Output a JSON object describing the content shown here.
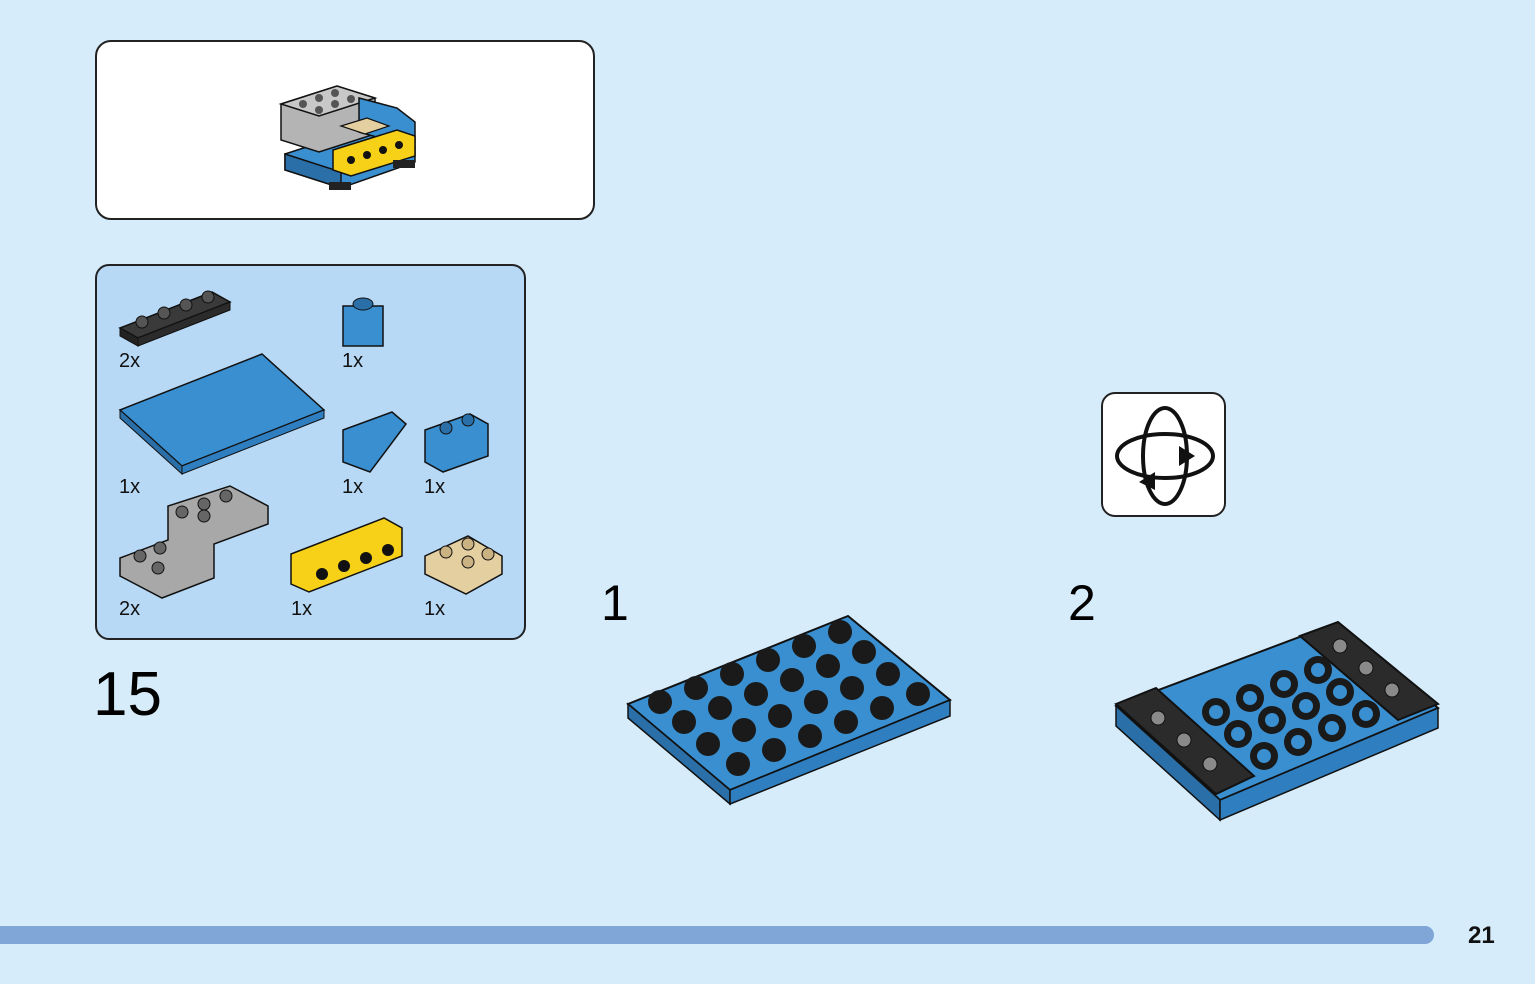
{
  "build": {
    "number": "15",
    "steps": [
      {
        "number": "1"
      },
      {
        "number": "2"
      }
    ]
  },
  "parts_list": [
    {
      "name": "black-plate-1x4",
      "qty": "2x"
    },
    {
      "name": "blue-brick-1x1",
      "qty": "1x"
    },
    {
      "name": "blue-plate-4x6",
      "qty": "1x"
    },
    {
      "name": "blue-slope-1x2",
      "qty": "1x"
    },
    {
      "name": "blue-brick-1x2",
      "qty": "1x"
    },
    {
      "name": "grey-bracket",
      "qty": "2x"
    },
    {
      "name": "yellow-technic-brick-1x4",
      "qty": "1x"
    },
    {
      "name": "tan-brick-2x2",
      "qty": "1x"
    }
  ],
  "icons": {
    "rotate": "rotate-model-icon"
  },
  "page": {
    "number": "21"
  },
  "colors": {
    "background": "#d6ecfa",
    "parts_panel": "#b8d9f5",
    "brick_blue": "#3a8fd0",
    "plate_black": "#2b2b2b",
    "brick_yellow": "#f7d117",
    "brick_grey": "#a0a0a0",
    "brick_tan": "#e4cfa0",
    "progress_bar": "#7fa6d6"
  }
}
